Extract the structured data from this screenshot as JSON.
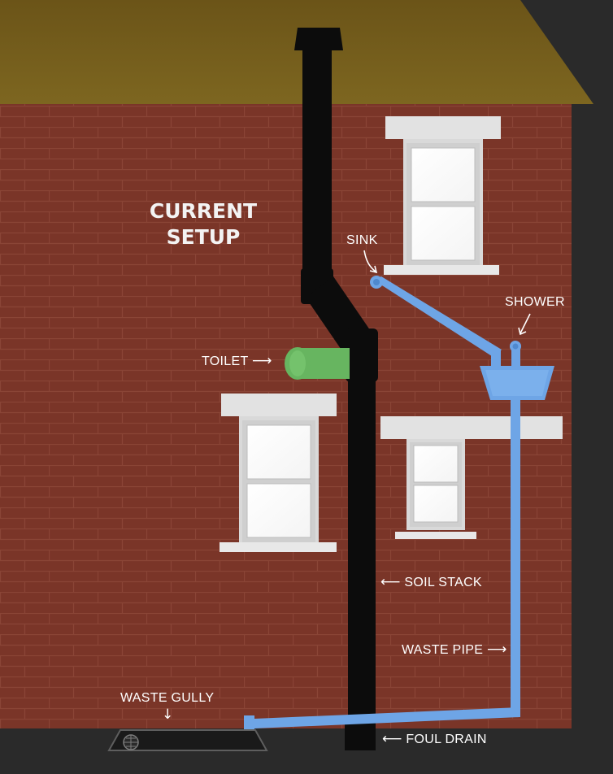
{
  "title": {
    "line1": "CURRENT",
    "line2": "SETUP"
  },
  "labels": {
    "sink": "SINK",
    "shower": "SHOWER",
    "toilet": "TOILET",
    "soil_stack": "SOIL STACK",
    "waste_pipe": "WASTE PIPE",
    "waste_gully": "WASTE GULLY",
    "foul_drain": "FOUL DRAIN"
  },
  "arrows": {
    "right": "⟶",
    "left": "⟵",
    "down": "↓"
  },
  "colors": {
    "brick": "#7a3528",
    "mortar": "#8a4536",
    "roof": "#7a621c",
    "soil_pipe": "#0c0c0c",
    "waste_pipe": "#6ea5e6",
    "toilet": "#67b560",
    "ground": "#2a2a2a",
    "window_frame": "#e6e6e6",
    "label_text": "#ffffff"
  }
}
